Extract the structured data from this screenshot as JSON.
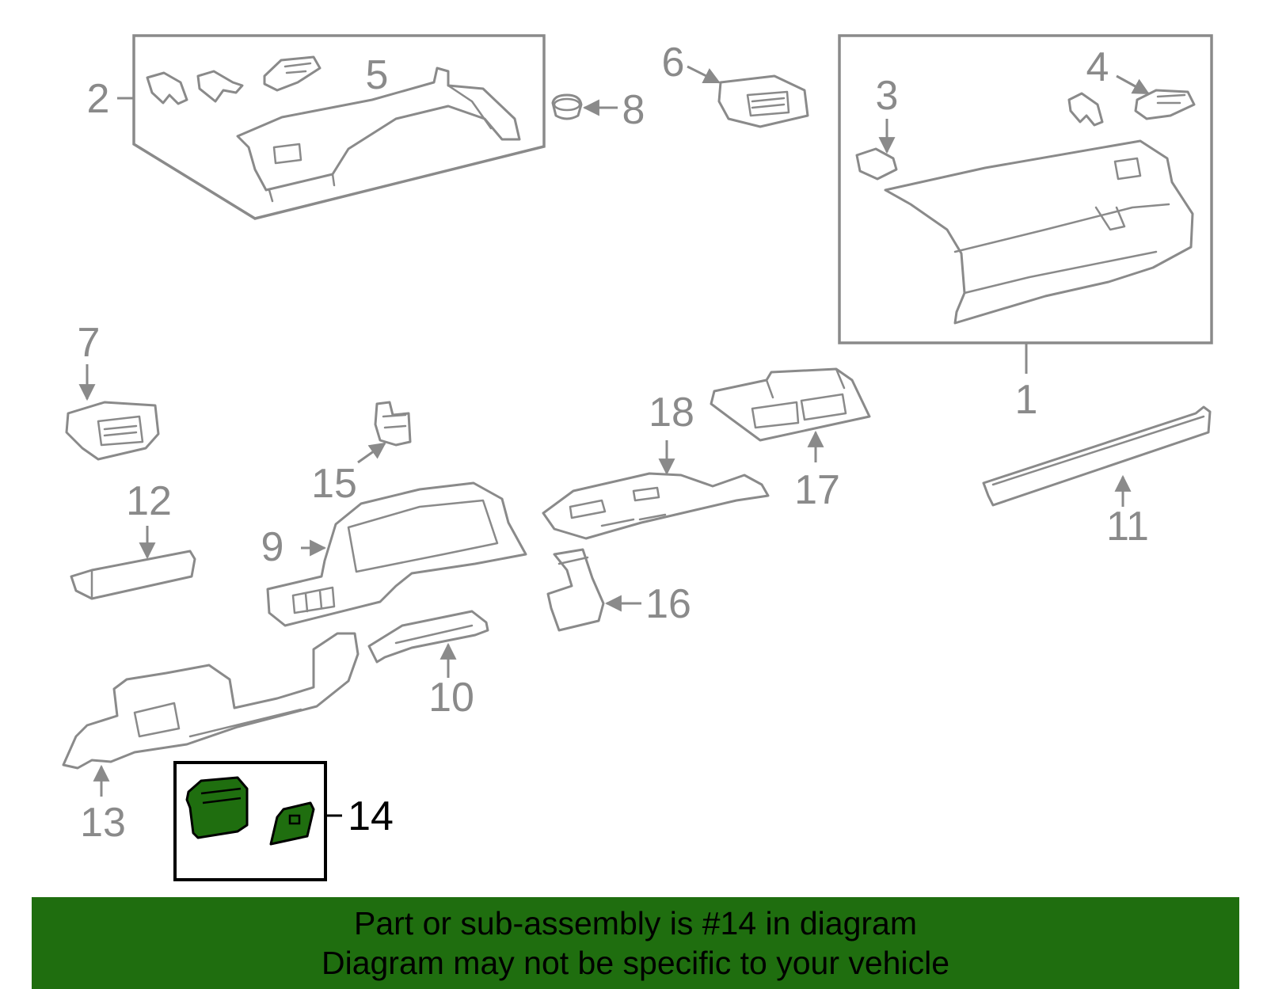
{
  "colors": {
    "highlight_fill": "#1f6e0f",
    "banner_background": "#1f6e0f",
    "part_outline": "#8a8a8a",
    "highlight_outline": "#000000"
  },
  "diagram": {
    "highlighted_part": "14",
    "callouts": {
      "c1": "1",
      "c2": "2",
      "c3": "3",
      "c4": "4",
      "c5": "5",
      "c6": "6",
      "c7": "7",
      "c8": "8",
      "c9": "9",
      "c10": "10",
      "c11": "11",
      "c12": "12",
      "c13": "13",
      "c14": "14",
      "c15": "15",
      "c16": "16",
      "c17": "17",
      "c18": "18"
    }
  },
  "banner": {
    "line1": "Part or sub-assembly is #14 in diagram",
    "line2": "Diagram may not be specific to your vehicle"
  }
}
